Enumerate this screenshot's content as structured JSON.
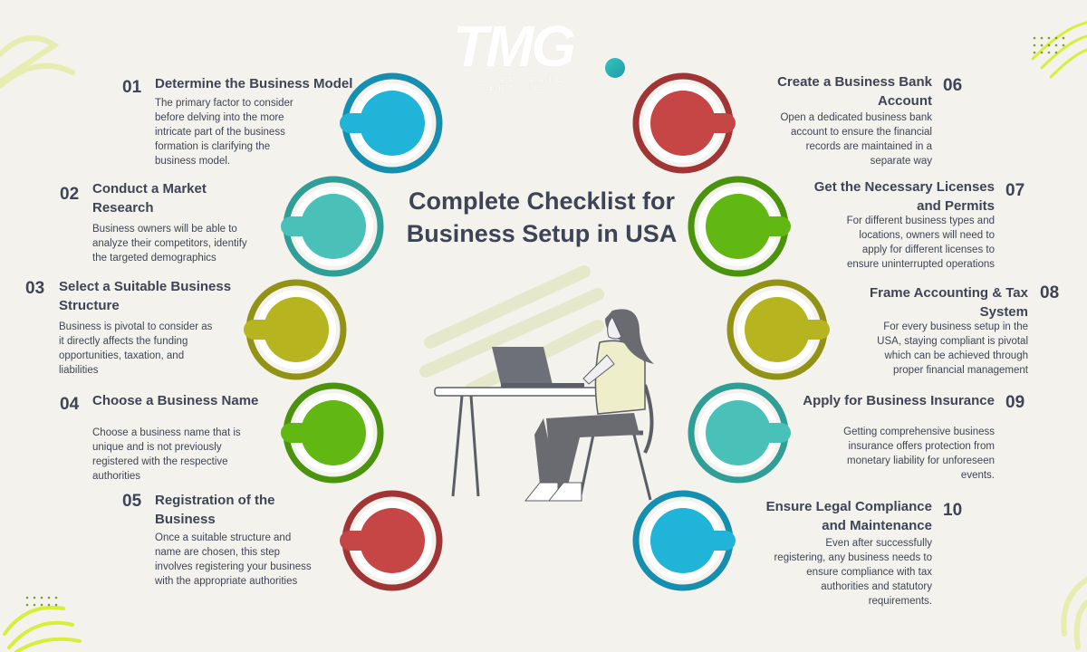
{
  "logo": {
    "word": "TMG",
    "tagline": "CORPORATE SERVICES"
  },
  "title": {
    "line1": "Complete Checklist for",
    "line2": "Business Setup in USA"
  },
  "steps": [
    {
      "num": "01",
      "title": "Determine the Business Model",
      "desc": [
        "The primary factor to consider",
        "before delving into the more",
        "intricate part of the business",
        "formation is clarifying the",
        "business model."
      ],
      "color": "#1fb4d8",
      "dark": "#158fb0"
    },
    {
      "num": "02",
      "title": [
        "Conduct a Market",
        "Research"
      ],
      "desc": [
        "Business owners will be able to",
        "analyze their competitors, identify",
        "the targeted demographics"
      ],
      "color": "#49c1b8",
      "dark": "#2f9e96"
    },
    {
      "num": "03",
      "title": [
        "Select a Suitable Business",
        "Structure"
      ],
      "desc": [
        "Business is pivotal to consider as",
        "it directly affects the funding",
        "opportunities, taxation, and",
        "liabilities"
      ],
      "color": "#b6b51f",
      "dark": "#929215"
    },
    {
      "num": "04",
      "title": "Choose a Business Name",
      "desc": [
        "Choose a business name that is",
        "unique and is not previously",
        "registered with the respective",
        "authorities"
      ],
      "color": "#61b813",
      "dark": "#4a930c"
    },
    {
      "num": "05",
      "title": [
        "Registration of the",
        "Business"
      ],
      "desc": [
        "Once a suitable structure and",
        "name are chosen, this step",
        "involves registering your business",
        "with the appropriate authorities"
      ],
      "color": "#c64545",
      "dark": "#a13434"
    },
    {
      "num": "06",
      "title": [
        "Create a Business Bank",
        "Account"
      ],
      "desc": [
        "Open a dedicated business bank",
        "account to ensure the financial",
        "records are maintained in a",
        "separate way"
      ],
      "color": "#c64545",
      "dark": "#a13434"
    },
    {
      "num": "07",
      "title": [
        "Get the Necessary Licenses",
        "and Permits"
      ],
      "desc": [
        "For different business types and",
        "locations, owners will need to",
        "apply for different licenses to",
        "ensure uninterrupted operations"
      ],
      "color": "#61b813",
      "dark": "#4a930c"
    },
    {
      "num": "08",
      "title": [
        "Frame Accounting & Tax",
        "System"
      ],
      "desc": [
        "For every business setup in the",
        "USA, staying compliant is pivotal",
        "which can be achieved through",
        "proper financial management"
      ],
      "color": "#b6b51f",
      "dark": "#929215"
    },
    {
      "num": "09",
      "title": "Apply for Business Insurance",
      "desc": [
        "Getting comprehensive business",
        "insurance offers protection from",
        "monetary liability for unforeseen",
        "events."
      ],
      "color": "#49c1b8",
      "dark": "#2f9e96"
    },
    {
      "num": "10",
      "title": [
        "Ensure Legal Compliance",
        "and Maintenance"
      ],
      "desc": [
        "Even after successfully",
        "registering, any business needs to",
        "ensure compliance with tax",
        "authorities and statutory",
        "requirements."
      ],
      "color": "#1fb4d8",
      "dark": "#158fb0"
    }
  ]
}
